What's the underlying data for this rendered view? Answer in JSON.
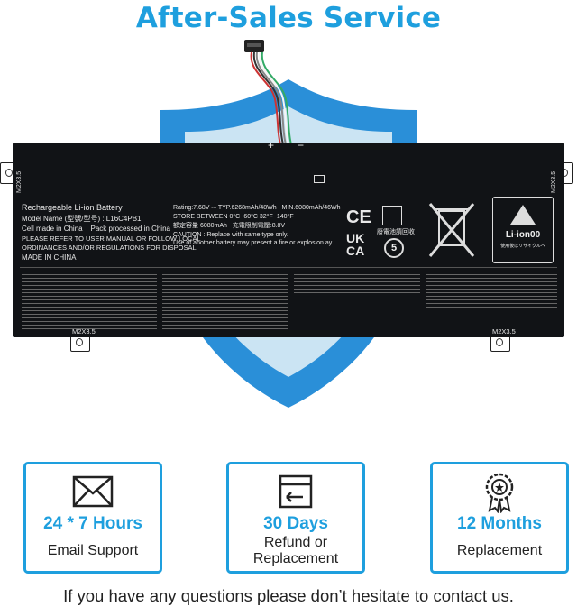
{
  "headline": "After-Sales Service",
  "battery": {
    "side_left": "M2X3.5",
    "side_right": "M2X3.5",
    "bottom_left": "M2X3.5",
    "bottom_right": "M2X3.5",
    "plus": "+",
    "minus": "−",
    "title": "Rechargeable Li-ion Battery",
    "model": "Model Name (型號/型号) : L16C4PB1",
    "cell": "Cell made in China    Pack processed in China",
    "refer1": "PLEASE REFER TO USER MANUAL OR FOLLOW LOCAL",
    "refer2": "ORDINANCES AND/OR REGULATIONS FOR DISPOSAL",
    "made": "MADE IN CHINA",
    "rating": "Rating:7.68V ⎓ TYP.6268mAh/48Wh   MIN.6080mAh/46Wh",
    "store": "STORE BETWEEN 0°C~60°C 32°F~140°F",
    "rated": "額定容量 6080mAh   充電限制電壓:8.8V",
    "caution": "CAUTION : Replace with same type only.",
    "caution2": "Use of another battery may present a fire or explosion.ay",
    "ce": "CE",
    "ukca1": "UK",
    "ukca2": "CA",
    "recycle_cn": "廢電池請回收",
    "five": "5",
    "li_ion": "Li-ion00",
    "li_ion_sub": "使用後はリサイクルへ"
  },
  "cards": [
    {
      "icon": "envelope-icon",
      "big": "24 * 7 Hours",
      "sub1": "Email Support",
      "sub2": ""
    },
    {
      "icon": "refund-box-icon",
      "big": "30 Days",
      "sub1": "Refund or",
      "sub2": "Replacement"
    },
    {
      "icon": "award-badge-icon",
      "big": "12 Months",
      "sub1": "Replacement",
      "sub2": ""
    }
  ],
  "footer": "If you have any questions please don’t hesitate to contact us.",
  "colors": {
    "accent": "#1e9fde",
    "battery": "#111316",
    "shield_light": "#cbe4f3"
  }
}
